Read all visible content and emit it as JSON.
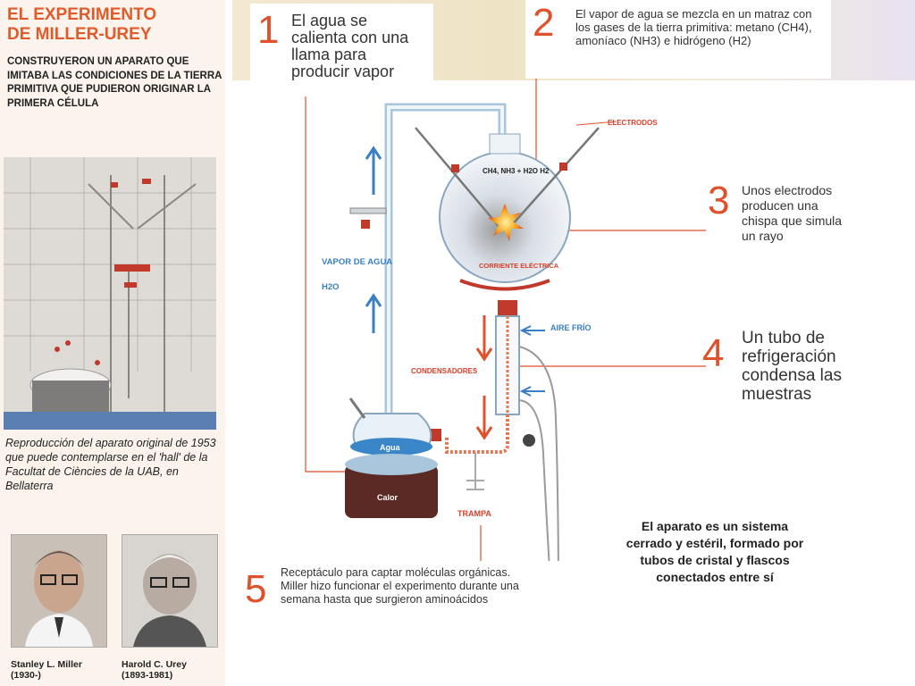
{
  "header": {
    "title_line1": "EL EXPERIMENTO",
    "title_line2": "DE MILLER-UREY",
    "subtitle": "CONSTRUYERON UN APARATO QUE IMITABA LAS CONDICIONES DE LA TIERRA PRIMITIVA QUE PUDIERON ORIGINAR LA PRIMERA CÉLULA"
  },
  "photo_caption": "Reproducción del aparato original de 1953 que puede contemplarse en el 'hall' de la Facultat de Ciències de la UAB, en Bellaterra",
  "portraits": [
    {
      "name": "Stanley L. Miller",
      "years": "(1930-)"
    },
    {
      "name": "Harold C. Urey",
      "years": "(1893-1981)"
    }
  ],
  "steps": [
    {
      "number": "1",
      "text": "El agua se calienta con una llama para producir vapor"
    },
    {
      "number": "2",
      "text": "El vapor de agua se mezcla en un matraz con los gases de la tierra primitiva: metano (CH4), amoníaco (NH3) e hidrógeno (H2)"
    },
    {
      "number": "3",
      "text": "Unos electrodos producen una chispa que simula un rayo"
    },
    {
      "number": "4",
      "text": "Un tubo de refrigeración condensa las muestras"
    },
    {
      "number": "5",
      "text": "Receptáculo para captar moléculas orgánicas. Miller hizo funcionar el experimento durante una semana hasta que surgieron aminoácidos"
    }
  ],
  "diagram_labels": {
    "electrodos": "ELECTRODOS",
    "gases": "CH4, NH3 + H2O H2",
    "corriente": "CORRIENTE ELÉCTRICA",
    "vapor": "VAPOR DE AGUA",
    "vapor_formula": "H2O",
    "aire_frio": "AIRE FRÍO",
    "condensadores": "CONDENSADORES",
    "agua": "Agua",
    "calor": "Calor",
    "trampa": "TRAMPA"
  },
  "closing": "El aparato es un sistema cerrado y estéril, formado por tubos de cristal y flascos conectados entre sí",
  "colors": {
    "accent": "#e0502a",
    "blue": "#3a7fc4",
    "red": "#d9402a"
  }
}
